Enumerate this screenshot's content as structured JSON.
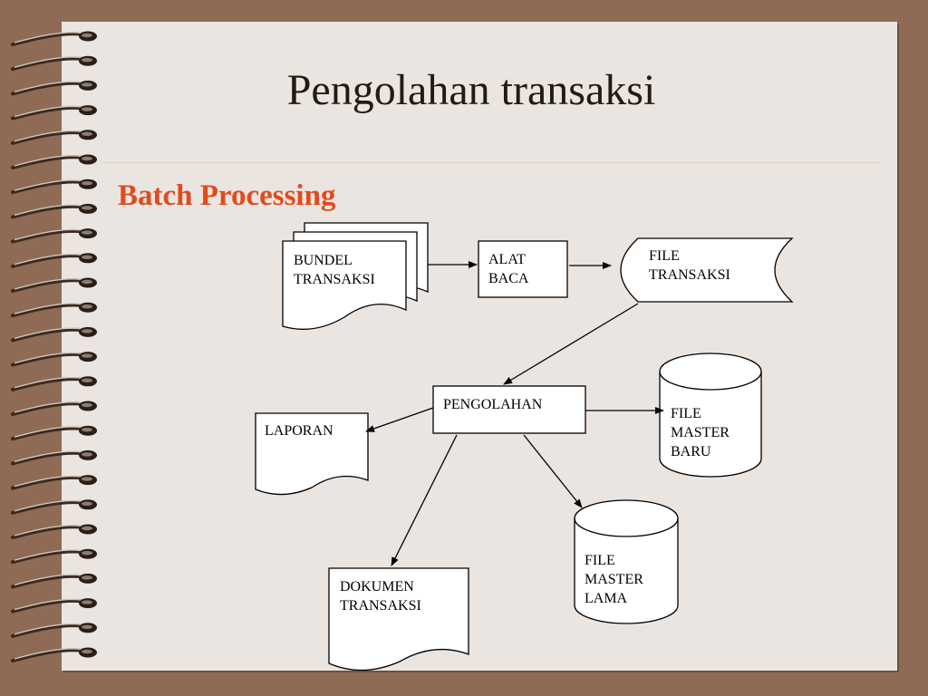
{
  "slide": {
    "title": "Pengolahan transaksi",
    "subtitle": "Batch Processing"
  },
  "diagram": {
    "nodes": {
      "bundel": "BUNDEL\nTRANSAKSI",
      "alat_baca": "ALAT\nBACA",
      "file_transaksi": "FILE\nTRANSAKSI",
      "pengolahan": "PENGOLAHAN",
      "laporan": "LAPORAN",
      "file_master_baru": "FILE\nMASTER\nBARU",
      "file_master_lama": "FILE\nMASTER\nLAMA",
      "dokumen_transaksi": "DOKUMEN\nTRANSAKSI"
    }
  },
  "colors": {
    "background": "#8f6b55",
    "slide": "#ebe5e1",
    "title": "#221a14",
    "subtitle": "#e24a1c"
  }
}
